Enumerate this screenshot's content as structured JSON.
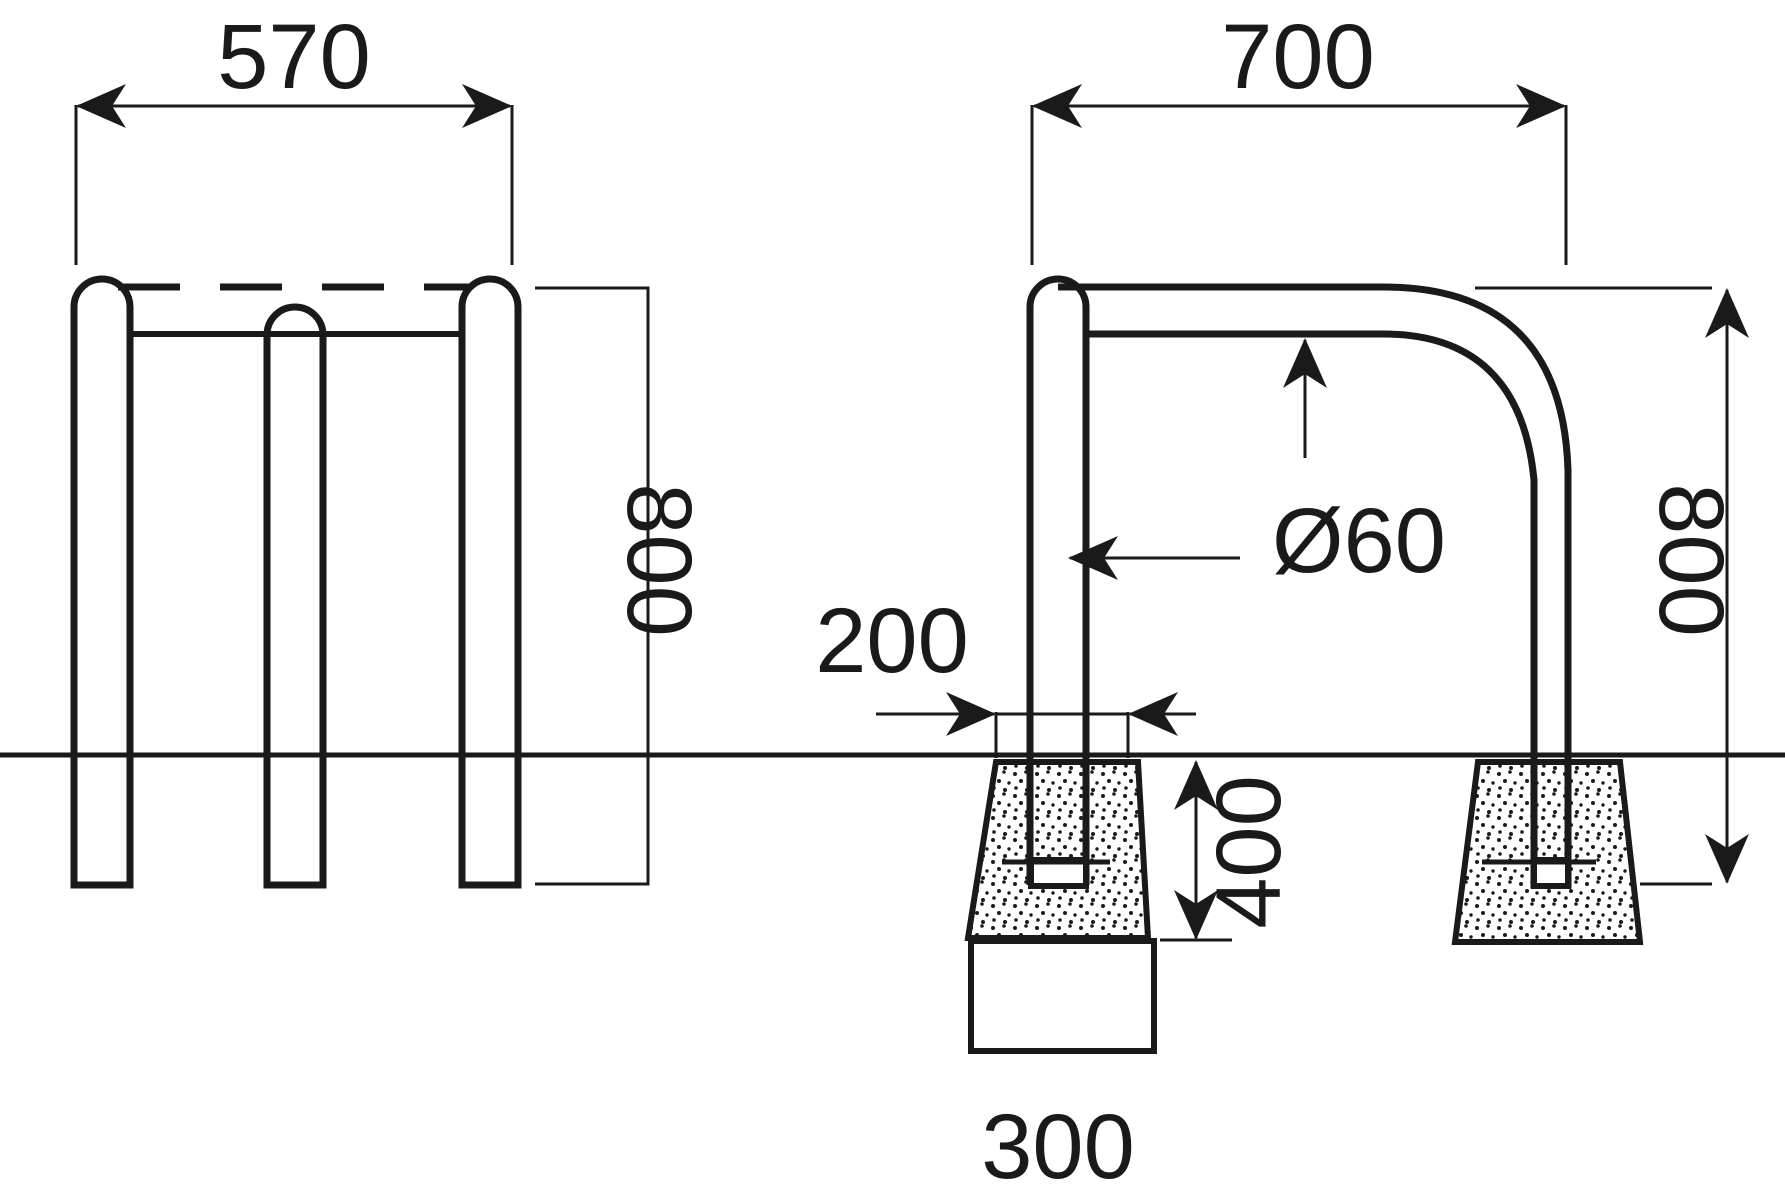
{
  "colors": {
    "ink": "#1a1a1a",
    "paper": "#ffffff"
  },
  "dimensions": {
    "front_width": "570",
    "front_height": "800",
    "side_width": "700",
    "side_height": "800",
    "tube_diameter": "Ø60",
    "embed_width": "200",
    "embed_depth": "400",
    "footing_width": "300"
  }
}
